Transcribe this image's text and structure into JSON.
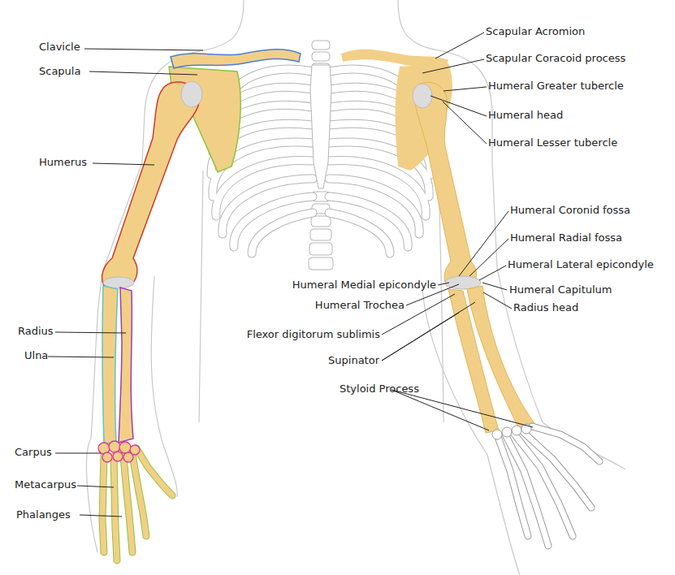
{
  "diagram": {
    "labels": [
      "Clavicle",
      "Scapula",
      "Scapular Acromion",
      "Scapular Coracoid process",
      "Humeral Greater tubercle",
      "Humeral head",
      "Humeral Lesser tubercle",
      "Humerus",
      "Humeral Coronid fossa",
      "Humeral Radial fossa",
      "Humeral Lateral epicondyle",
      "Humeral Medial epicondyle",
      "Humeral Capitulum",
      "Humeral Trochea",
      "Radius head",
      "Radius",
      "Flexor digitorum sublimis",
      "Ulna",
      "Supinator",
      "Styloid Process",
      "Carpus",
      "Metacarpus",
      "Phalanges"
    ]
  }
}
